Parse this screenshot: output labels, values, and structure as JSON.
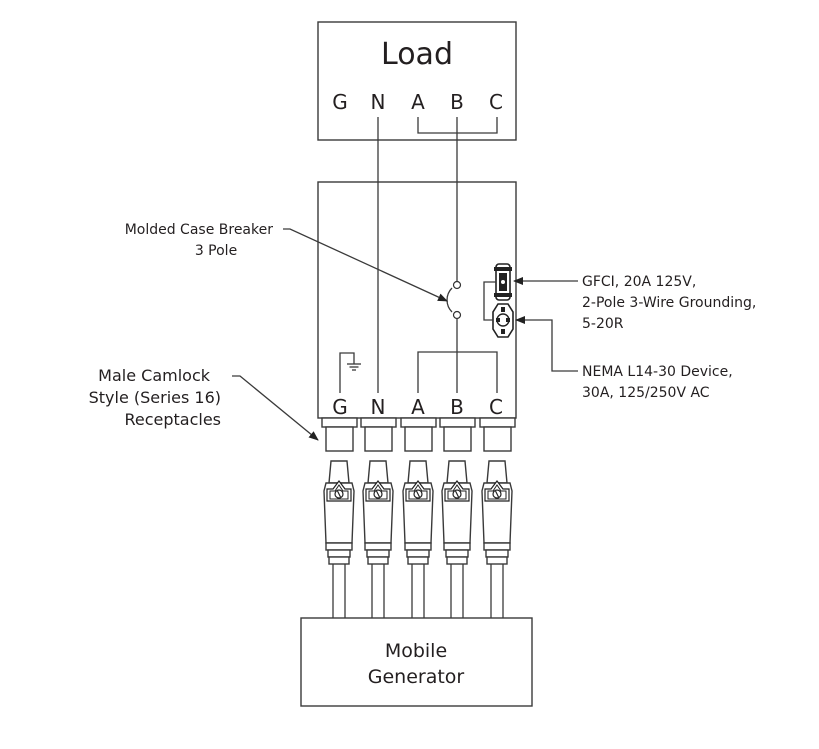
{
  "load": {
    "title": "Load",
    "terminals": [
      "G",
      "N",
      "A",
      "B",
      "C"
    ]
  },
  "panel": {
    "terminals": [
      "G",
      "N",
      "A",
      "B",
      "C"
    ]
  },
  "generator": {
    "line1": "Mobile",
    "line2": "Generator"
  },
  "callouts": {
    "breaker": {
      "line1": "Molded Case Breaker",
      "line2": "3 Pole"
    },
    "camlock": {
      "line1": "Male Camlock",
      "line2": "Style (Series 16)",
      "line3": "Receptacles"
    },
    "gfci": {
      "line1": "GFCI, 20A 125V,",
      "line2": "2-Pole 3-Wire Grounding,",
      "line3": "5-20R"
    },
    "nema": {
      "line1": "NEMA L14-30 Device,",
      "line2": "30A, 125/250V AC"
    }
  },
  "icons": {
    "ground": "ground-symbol-icon",
    "breaker": "breaker-switch-icon",
    "gfci": "gfci-receptacle-icon",
    "nema": "twist-lock-receptacle-icon",
    "plug": "camlock-plug-icon"
  }
}
